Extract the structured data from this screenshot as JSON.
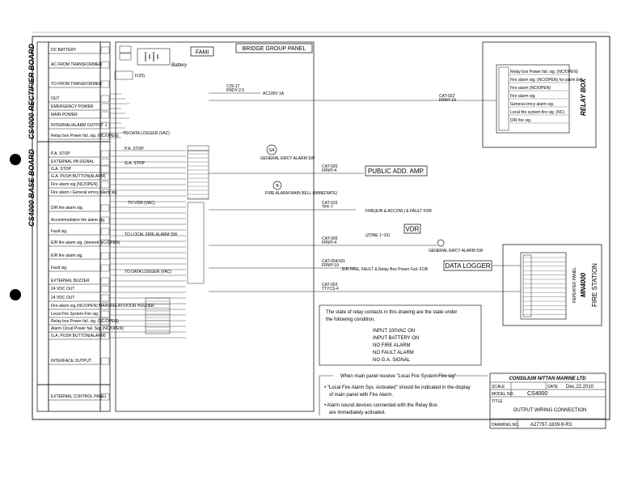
{
  "board_labels": {
    "rectifier": "CS4000 RECTIFIER BOARD",
    "base": "CS4000 BASE BOARD"
  },
  "panels": {
    "bridge_group": "BRIDGE GROUP PANEL",
    "fami": "FAMI",
    "relay_box": "RELAY BOX",
    "fire_station": "FIRE STATION",
    "mn4000": "MN4000",
    "repeater_panel": "REPEATER PANEL",
    "public_addr": "PUBLIC ADD. AMP.",
    "vdr": "VDR",
    "data_logger": "DATA LOGGER",
    "battery": "Battery"
  },
  "rectifier_rows": [
    "DC BATTERY",
    "AC FROM TRANSFORMER",
    "TO FROM TRANSFORMER",
    "OUT",
    "EMERGENCY POWER",
    "MAIN POWER",
    "INTERNAL/ALARM OUTPUT 1",
    "Relay box Power fail. sig. (NC/OPEN)"
  ],
  "base_rows": [
    "P.A. STOP",
    "EXTERNAL PA SIGNAL",
    "G.A. STOP",
    "G.A. PUSH BUTTON(ALARM)",
    "Fire alarm sig.(NC/OPEN)",
    "Fire alarm / General emrcy alarm sig.",
    "D/R fire alarm sig.",
    "Accommodation fire alarm sig.",
    "Fault sig.",
    "E/R fire alarm sig. (steered NC/OPEN)",
    "E/R fire alarm sig.",
    "Fault sig.",
    "EXTERNAL BUZZER",
    "24 VDC OUT",
    "24 VDC OUT",
    "Fire alarm sig.(NC/OPEN) MAIN RELAY/DOOR HOLDER",
    "Local Fire System Fire sig.",
    "Relay box Power fail. sig. (NC/OPEN)",
    "Alarm Cloud Power fail. Sig. (NC/OPEN)",
    "G.A. PUSH BUTTON(ALARM)",
    "INTERFACE OUTPUT",
    "EXTERNAL CONTROL PANEL"
  ],
  "cable_labels": [
    {
      "id": "C25-17",
      "sub": "PRDY-2.5",
      "signal": "AC100V 1A"
    },
    {
      "id": "CAT-022",
      "sub": "FRMY-19",
      "signal": ""
    },
    {
      "id": "CAT-020",
      "sub": "FRMY-4",
      "signal": ""
    },
    {
      "id": "CAT-015",
      "sub": "TPF-7",
      "signal": "FIRE(E/R & ACCOM.) & FAULT FOR"
    },
    {
      "id": "CAT-005",
      "sub": "FRMY-4",
      "signal": ""
    },
    {
      "id": "CAT-004/101",
      "sub": "FRMY-19",
      "signal": "E/R FIRE, FAULT & Relay Box Power Fail. FOR"
    },
    {
      "id": "CAT-003",
      "sub": "TTYCS-4",
      "signal": ""
    }
  ],
  "devices": {
    "general_emcy_alarm_sw": "GENERAL EMCY ALARM SW",
    "fire_alarm_bell": "FIRE ALARM MAIN BELL (IMMEDIATE)",
    "general_emcy_alarm_sw2": "GENERAL EMCY ALARM SW",
    "zone_note": "(ZONE 1~10)"
  },
  "inner_labels": {
    "to_data_logger": "TO DATA LOGGER (VAC)",
    "pa_stop": "P.A. STOP",
    "ga_stop": "G.A. STOP",
    "to_vdr": "TO VDR (VAC)",
    "to_local_fire": "TO LOCAL FIRE ALARM SW",
    "to_data_logger2": "TO DATA LOGGER (VAC)",
    "fuse": "F(20)"
  },
  "relay_box_rows": [
    "Relay box Power fail. sig. (NC/OPEN)",
    "Fire alarm sig. (NC/OPEN) for alarm bell",
    "Fire alarm (NC/OPEN)",
    "Fire alarm sig.",
    "General emcy alarm sig.",
    "Local fire system fire sig. (NC)",
    "D/R fire sig."
  ],
  "note_box": {
    "line1": "The state of relay contacts in this drawing are the state under",
    "line2": "the following condition.",
    "conditions": [
      "INPUT 100VAC   ON",
      "INPUT BATTERY   ON",
      "NO FIRE ALARM",
      "NO FAULT ALARM",
      "NO G.A. SIGNAL"
    ]
  },
  "note2": {
    "heading": "When main panel receive \"Local Fire System Fire sig\"",
    "bullet1a": "• \"Local Fire Alarm Sys. Activated\" should be indicated in the display",
    "bullet1b": "of main panel with Fire Alarm.",
    "bullet2a": "• Alarm sound devices connected with the Relay Box",
    "bullet2b": "are immediately activated."
  },
  "title_block": {
    "company": "CONSILIUM NITTAN MARINE LTD",
    "scale_label": "SCALE",
    "date_label": "DATE",
    "date_value": "Dec.22.2010",
    "model_label": "MODEL NO.",
    "model_value": "CS4000",
    "title_label": "TITLE",
    "title_value": "OUTPUT WIRING CONNECTION",
    "drawing_label": "DRAWING NO.",
    "drawing_value": "A27797-1639-9-R3"
  },
  "colors": {
    "ink": "#111111",
    "paper": "#ffffff",
    "hole": "#000000"
  }
}
